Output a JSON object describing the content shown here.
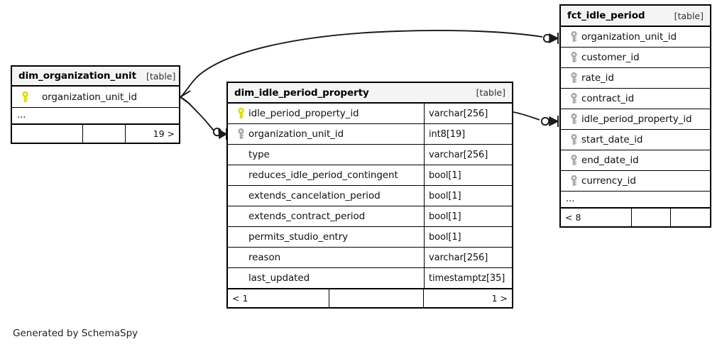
{
  "diagram": {
    "type": "entity-relationship-diagram",
    "generator_credit": "Generated by SchemaSpy",
    "table_tag": "[table]",
    "ellipsis": "...",
    "key_color_primary": "#e8e800",
    "key_color_foreign": "#b3b3b3",
    "header_background": "#f4f4f4",
    "border_color": "#000000"
  },
  "tables": [
    {
      "id": "dim_organization_unit",
      "name": "dim_organization_unit",
      "tag": "[table]",
      "columns": [
        {
          "name": "organization_unit_id",
          "key": "primary",
          "type": ""
        }
      ],
      "has_ellipsis": true,
      "ellipsis": "...",
      "footer": {
        "left": "",
        "middle": "",
        "right": "19 >"
      }
    },
    {
      "id": "dim_idle_period_property",
      "name": "dim_idle_period_property",
      "tag": "[table]",
      "columns": [
        {
          "name": "idle_period_property_id",
          "key": "primary",
          "type": "varchar[256]"
        },
        {
          "name": "organization_unit_id",
          "key": "foreign",
          "type": "int8[19]"
        },
        {
          "name": "type",
          "key": "none",
          "type": "varchar[256]"
        },
        {
          "name": "reduces_idle_period_contingent",
          "key": "none",
          "type": "bool[1]"
        },
        {
          "name": "extends_cancelation_period",
          "key": "none",
          "type": "bool[1]"
        },
        {
          "name": "extends_contract_period",
          "key": "none",
          "type": "bool[1]"
        },
        {
          "name": "permits_studio_entry",
          "key": "none",
          "type": "bool[1]"
        },
        {
          "name": "reason",
          "key": "none",
          "type": "varchar[256]"
        },
        {
          "name": "last_updated",
          "key": "none",
          "type": "timestamptz[35]"
        }
      ],
      "has_ellipsis": false,
      "footer": {
        "left": "< 1",
        "middle": "",
        "right": "1 >"
      }
    },
    {
      "id": "fct_idle_period",
      "name": "fct_idle_period",
      "tag": "[table]",
      "columns": [
        {
          "name": "organization_unit_id",
          "key": "foreign",
          "type": ""
        },
        {
          "name": "customer_id",
          "key": "foreign",
          "type": ""
        },
        {
          "name": "rate_id",
          "key": "foreign",
          "type": ""
        },
        {
          "name": "contract_id",
          "key": "foreign",
          "type": ""
        },
        {
          "name": "idle_period_property_id",
          "key": "foreign",
          "type": ""
        },
        {
          "name": "start_date_id",
          "key": "foreign",
          "type": ""
        },
        {
          "name": "end_date_id",
          "key": "foreign",
          "type": ""
        },
        {
          "name": "currency_id",
          "key": "foreign",
          "type": ""
        }
      ],
      "has_ellipsis": true,
      "ellipsis": "...",
      "footer": {
        "left": "< 8",
        "middle": "",
        "right": ""
      }
    }
  ],
  "relationships": [
    {
      "id": "rel-orgunit-to-fct",
      "from_table": "dim_organization_unit",
      "from_column": "organization_unit_id",
      "to_table": "fct_idle_period",
      "to_column": "organization_unit_id",
      "from_notation": "crowsfoot",
      "to_notation": "crowsfoot-optional"
    },
    {
      "id": "rel-orgunit-to-dim-idle",
      "from_table": "dim_organization_unit",
      "from_column": "organization_unit_id",
      "to_table": "dim_idle_period_property",
      "to_column": "organization_unit_id",
      "from_notation": "crowsfoot",
      "to_notation": "crowsfoot-optional"
    },
    {
      "id": "rel-dim-idle-to-fct",
      "from_table": "dim_idle_period_property",
      "from_column": "idle_period_property_id",
      "to_table": "fct_idle_period",
      "to_column": "idle_period_property_id",
      "from_notation": "plain",
      "to_notation": "crowsfoot-optional"
    }
  ]
}
